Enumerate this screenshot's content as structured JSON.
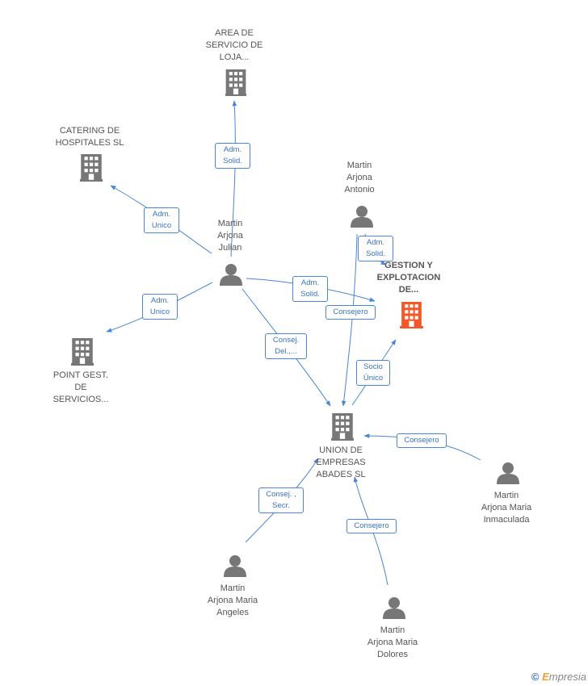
{
  "nodes": {
    "area": {
      "label": "AREA DE\nSERVICIO DE\nLOJA...",
      "kind": "company"
    },
    "catering": {
      "label": "CATERING DE\nHOSPITALES  SL",
      "kind": "company"
    },
    "point": {
      "label": "POINT GEST.\nDE\nSERVICIOS...",
      "kind": "company"
    },
    "gestion": {
      "label": "GESTION Y\nEXPLOTACION\nDE...",
      "kind": "company-highlight"
    },
    "union": {
      "label": "UNION DE\nEMPRESAS\nABADES SL",
      "kind": "company"
    },
    "julian": {
      "label": "Martin\nArjona\nJulian",
      "kind": "person"
    },
    "antonio": {
      "label": "Martin\nArjona\nAntonio",
      "kind": "person"
    },
    "inmaculada": {
      "label": "Martin\nArjona Maria\nInmaculada",
      "kind": "person"
    },
    "angeles": {
      "label": "Martin\nArjona Maria\nAngeles",
      "kind": "person"
    },
    "dolores": {
      "label": "Martin\nArjona Maria\nDolores",
      "kind": "person"
    }
  },
  "edges": {
    "e1": {
      "label": "Adm.\nSolid."
    },
    "e2": {
      "label": "Adm.\nUnico"
    },
    "e3": {
      "label": "Adm.\nUnico"
    },
    "e4": {
      "label": "Adm.\nSolid."
    },
    "e5": {
      "label": "Consej.\nDel.,..."
    },
    "e6": {
      "label": "Adm.\nSolid."
    },
    "e7": {
      "label": "Consejero"
    },
    "e8": {
      "label": "Socio\nÚnico"
    },
    "e9": {
      "label": "Consejero"
    },
    "e10": {
      "label": "Consej. ,\nSecr."
    },
    "e11": {
      "label": "Consejero"
    }
  },
  "colors": {
    "edge": "#4a86d4",
    "icon": "#777777",
    "highlight": "#f05a28"
  },
  "brand": {
    "symbol": "©",
    "e": "E",
    "rest": "mpresia"
  }
}
